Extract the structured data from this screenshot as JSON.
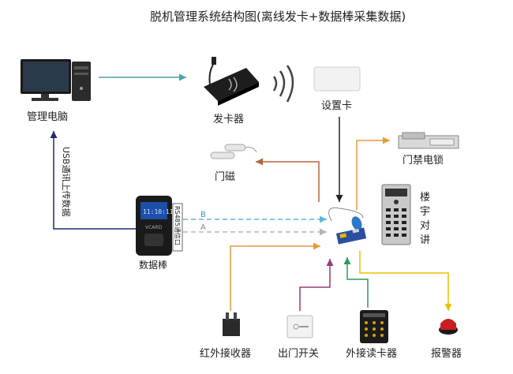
{
  "title": "脱机管理系统结构图(离线发卡+数据棒采集数据)",
  "nodes": {
    "pc": {
      "label": "管理电脑",
      "icon": "computer-icon"
    },
    "card_issuer": {
      "label": "发卡器",
      "icon": "card-reader-icon"
    },
    "setup_card": {
      "label": "设置卡",
      "icon": "card-icon"
    },
    "door_sensor": {
      "label": "门磁",
      "icon": "magnetic-sensor-icon"
    },
    "door_lock": {
      "label": "门禁电锁",
      "icon": "electric-lock-icon"
    },
    "intercom": {
      "label": "楼宇对讲",
      "icon": "intercom-panel-icon"
    },
    "data_stick": {
      "label": "数据棒",
      "icon": "data-stick-icon",
      "screen_text": "11:10:11",
      "brand": "VCARD"
    },
    "rs485": {
      "label": "RS485通信口"
    },
    "ir_receiver": {
      "label": "红外接收器",
      "icon": "ir-receiver-icon"
    },
    "exit_switch": {
      "label": "出门开关",
      "icon": "exit-button-icon"
    },
    "ext_reader": {
      "label": "外接读卡器",
      "icon": "keypad-reader-icon"
    },
    "alarm": {
      "label": "报警器",
      "icon": "siren-icon"
    },
    "controller": {
      "icon": "controller-board-icon"
    }
  },
  "edges": {
    "usb_label": "USB通讯上传数据",
    "line_b": "B",
    "line_a": "A"
  },
  "colors": {
    "teal": "#4aa3a6",
    "brown": "#b5653a",
    "orange": "#e69a3a",
    "navy": "#1e2b6e",
    "purple": "#9a3a7a",
    "green": "#2e9a5a",
    "yellow": "#e6c400",
    "dashed_blue": "#5fb7d8",
    "dashed_gray": "#b5b5b5"
  }
}
